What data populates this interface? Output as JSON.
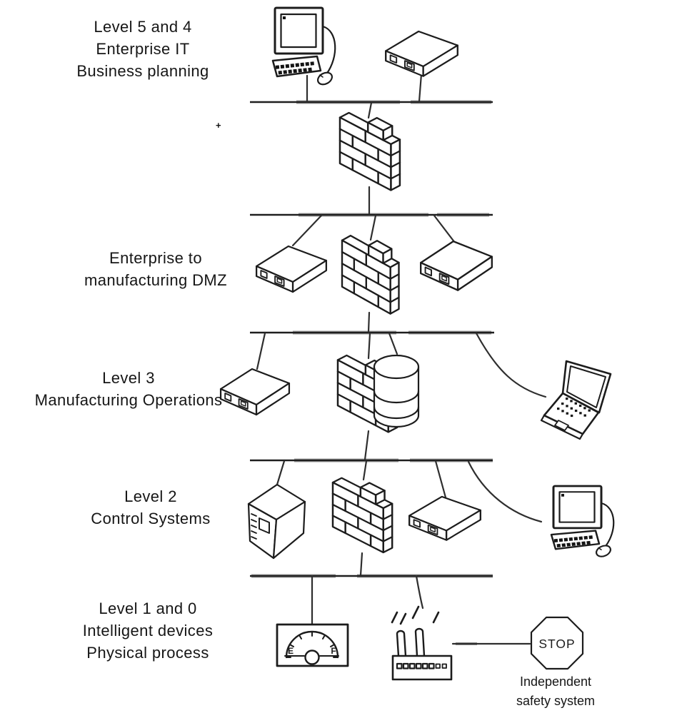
{
  "levels": [
    {
      "name": "level-5-4",
      "lines": [
        "Level 5 and 4",
        "Enterprise IT",
        "Business planning"
      ],
      "icons": [
        "desktop-computer-icon",
        "server-icon"
      ]
    },
    {
      "name": "enterprise-dmz",
      "lines": [
        "Enterprise to",
        "manufacturing DMZ"
      ],
      "icons": [
        "server-icon",
        "firewall-icon",
        "server-icon"
      ]
    },
    {
      "name": "level-3",
      "lines": [
        "Level 3",
        "Manufacturing Operations"
      ],
      "icons": [
        "server-icon",
        "firewall-icon",
        "database-icon",
        "laptop-icon"
      ]
    },
    {
      "name": "level-2",
      "lines": [
        "Level 2",
        "Control Systems"
      ],
      "icons": [
        "controller-icon",
        "firewall-icon",
        "server-icon",
        "desktop-computer-icon"
      ]
    },
    {
      "name": "level-1-0",
      "lines": [
        "Level 1 and 0",
        "Intelligent devices",
        "Physical process"
      ],
      "icons": [
        "gauge-icon",
        "wireless-access-point-icon",
        "stop-sign-icon"
      ]
    }
  ],
  "stop_sign": {
    "text": "STOP"
  },
  "safety_caption": {
    "lines": [
      "Independent",
      "safety system"
    ]
  },
  "gauge": {
    "empty_label": "E",
    "full_label": "F"
  },
  "decorations": {
    "plus_mark": "+"
  },
  "colors": {
    "ink": "#1c1c1c",
    "bus_gray": "#999999",
    "background": "#ffffff"
  }
}
